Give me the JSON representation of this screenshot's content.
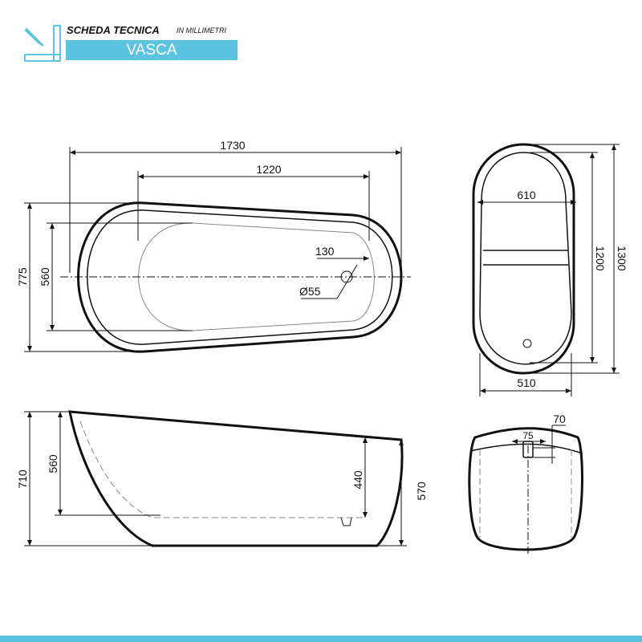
{
  "header": {
    "title": "SCHEDA TECNICA",
    "unit": "IN MILLIMETRI",
    "product": "VASCA",
    "accent_color": "#5bc3e0",
    "icon": "pencil-ruler-icon"
  },
  "top_view": {
    "overall_length": "1730",
    "basin_length": "1220",
    "overall_width": "775",
    "basin_width": "560",
    "drain_offset": "130",
    "drain_diameter": "Ø55"
  },
  "end_top_view": {
    "width_top": "610",
    "inner_length": "1200",
    "overall_length": "1300",
    "width_bottom": "510"
  },
  "side_view": {
    "overall_height": "710",
    "basin_depth": "560",
    "overflow_height": "440",
    "low_side_height": "570"
  },
  "front_view": {
    "overflow_offset": "70",
    "overflow_width": "75"
  }
}
